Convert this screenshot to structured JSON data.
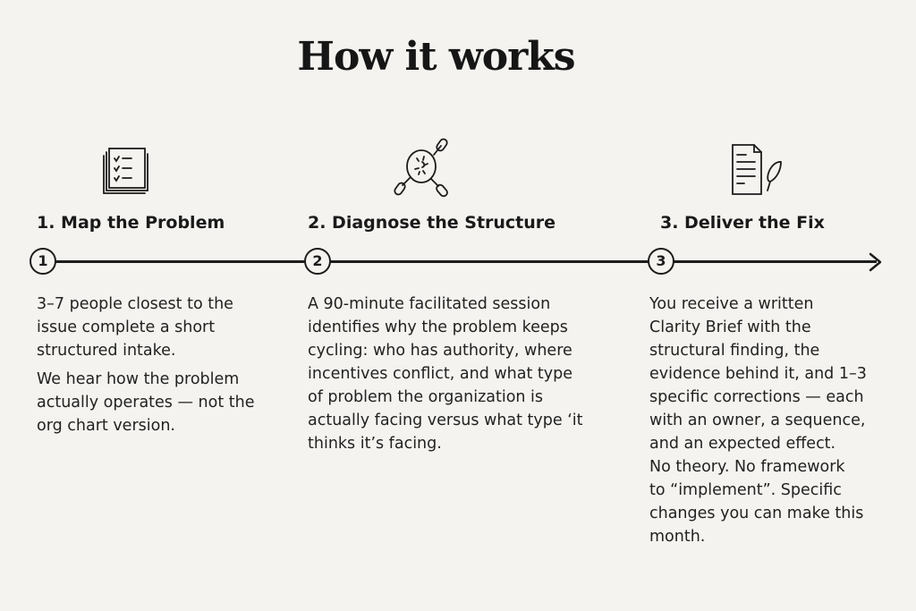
{
  "title": "How it works",
  "steps": [
    {
      "number": "1",
      "heading": "1. Map the Problem",
      "icon": "checklist-icon",
      "paragraphs": [
        [
          "3–7 people closest to the",
          "issue complete a short",
          "structured intake."
        ],
        [
          "We hear how the problem",
          "actually operates — not the",
          "org chart version."
        ]
      ]
    },
    {
      "number": "2",
      "heading": "2. Diagnose the Structure",
      "icon": "broken-link-magnifier-icon",
      "paragraphs": [
        [
          "A 90-minute facilitated session",
          "identifies why the problem keeps",
          "cycling: who has authority, where",
          "incentives conflict, and what type",
          "of problem the organization is",
          "actually facing versus what type ‘it",
          "thinks it’s facing."
        ]
      ]
    },
    {
      "number": "3",
      "heading": "3. Deliver the Fix",
      "icon": "document-quill-icon",
      "paragraphs": [
        [
          "You receive a written",
          "Clarity Brief with the",
          "structural finding, the",
          "evidence behind it, and 1–3",
          "specific corrections — each",
          "with an owner, a sequence,",
          "and an expected effect."
        ],
        [
          "No theory. No framework",
          "to “implement”. Specific",
          "changes you can make this",
          "month."
        ]
      ]
    }
  ]
}
